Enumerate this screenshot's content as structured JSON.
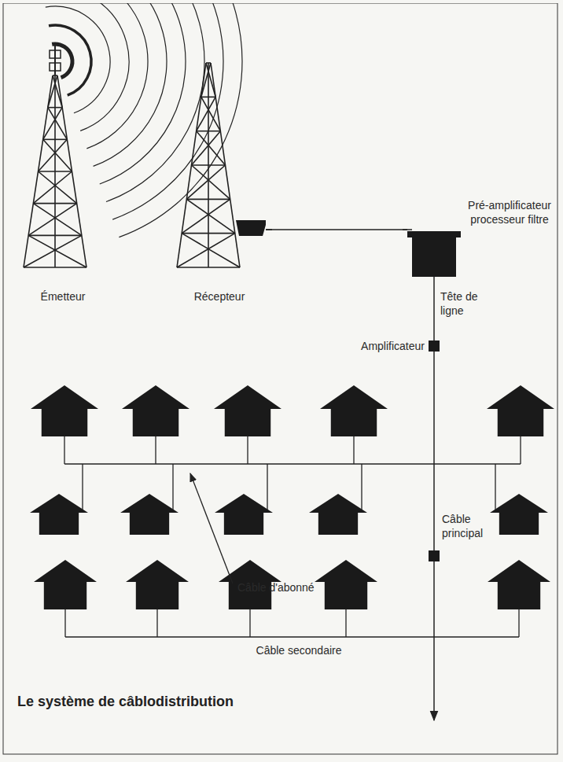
{
  "diagram": {
    "caption": "Le système de câblodistribution",
    "nodes": [
      {
        "text": [
          "Émetteur"
        ]
      },
      {
        "text": [
          "Récepteur"
        ]
      },
      {
        "text": [
          "Pré-amplificateur processeur filtre"
        ]
      }
    ],
    "edges": [
      {
        "from": 1,
        "to": 2,
        "arrow": "none"
      }
    ],
    "labels": [
      "Tête de ligne",
      "Amplificateur",
      "Câble d'abonné",
      "Câble principal",
      "Câble secondaire"
    ]
  }
}
